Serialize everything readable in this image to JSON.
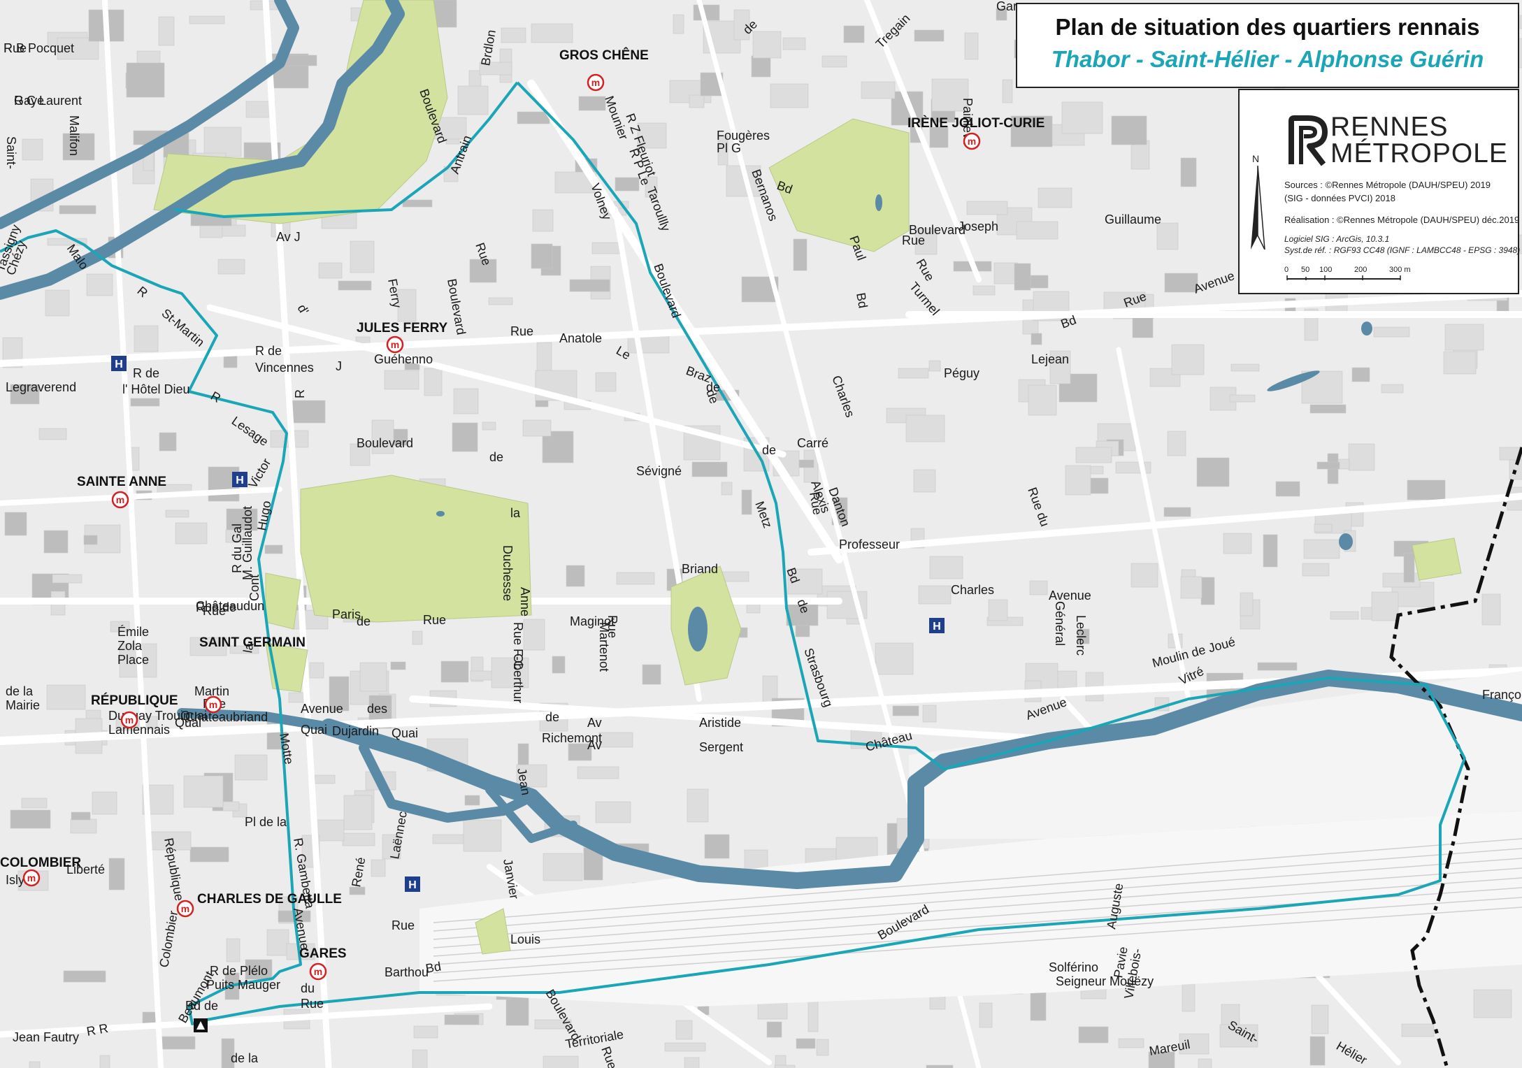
{
  "title": {
    "main": "Plan de situation des quartiers rennais",
    "sub": "Thabor - Saint-Hélier - Alphonse Guérin",
    "sub_color": "#1aa6b7"
  },
  "logo": {
    "line1": "RENNES",
    "line2": "MÉTROPOLE",
    "mark": "R"
  },
  "info": {
    "north": "N",
    "sources_1": "Sources : ©Rennes Métropole (DAUH/SPEU) 2019",
    "sources_2": "(SIG - données PVCI) 2018",
    "realisation": "Réalisation : ©Rennes Métropole (DAUH/SPEU) déc.2019",
    "logiciel": "Logiciel SIG : ArcGis, 10.3.1",
    "systeme": "Syst.de réf. : RGF93 CC48 (IGNF : LAMBCC48 - EPSG : 3948)",
    "scale_ticks": [
      "0",
      "50",
      "100",
      "200",
      "300 m"
    ]
  },
  "colors": {
    "boundary": "#1aa6b7",
    "water": "#5b8aa6",
    "park": "#d4e2a0",
    "block": "#e6e6e6",
    "building": "#bdbdbd",
    "metro": "#d42020",
    "hospital": "#1f3f8c",
    "commune_border": "#111111"
  },
  "metro_stations": [
    {
      "name": "GROS CHÊNE"
    },
    {
      "name": "IRÈNE JOLIOT-CURIE"
    },
    {
      "name": "JULES FERRY"
    },
    {
      "name": "SAINTE ANNE"
    },
    {
      "name": "SAINT GERMAIN"
    },
    {
      "name": "RÉPUBLIQUE"
    },
    {
      "name": "COLOMBIER"
    },
    {
      "name": "CHARLES DE GAULLE"
    },
    {
      "name": "GARES"
    }
  ],
  "hospital_symbol": "H",
  "metro_symbol": "m",
  "streets": [
    "R B Pocquet",
    "R C Laurent",
    "Malifon",
    "Saint-",
    "Tassigny",
    "Chézy",
    "Malo",
    "R",
    "St-Martin",
    "Legraverend",
    "R de",
    "l' Hôtel Dieu",
    "R",
    "Lesage",
    "R de",
    "Vincennes",
    "R",
    "J",
    "Av J",
    "Ferry",
    "d'",
    "Guéhenno",
    "Boulevard",
    "Boulevard",
    "Rue",
    "Anatole",
    "Le",
    "Braz",
    "de",
    "Sévigné",
    "de",
    "la",
    "Duchesse",
    "Anne",
    "Rue",
    "Boulevard",
    "Volney",
    "Boulevard",
    "de",
    "Metz",
    "Bd",
    "de",
    "Strasbourg",
    "Antrain",
    "Brdlon",
    "Mounier",
    "R Z Fleuriot",
    "R P Le",
    "Taroullly",
    "de",
    "Tregain",
    "Fougères",
    "Pl G",
    "Bernanos",
    "Bd",
    "Paul",
    "Painlevé",
    "Boulevard",
    "Rue",
    "Joseph",
    "Turmel",
    "Rue",
    "Bd",
    "Charles",
    "Péguy",
    "de",
    "Carré",
    "Alexis",
    "Danton",
    "Rue",
    "Guillaume",
    "Lejean",
    "Bd",
    "Rue",
    "Avenue",
    "Professeur",
    "Charles",
    "Avenue",
    "Général",
    "Leclerc",
    "Rue du",
    "Moulin de Joué",
    "Vitré",
    "Avenue",
    "Château",
    "François",
    "Avenue",
    "des",
    "Quai",
    "Dujardin",
    "Quai",
    "de",
    "Richemont",
    "Av",
    "Av",
    "Aristide",
    "Sergent",
    "Briand",
    "Maginot",
    "Paris",
    "de",
    "Rue",
    "Martenot",
    "Rue",
    "Rue F-C",
    "Oberthur",
    "Rue de",
    "Châteaudun",
    "Rue",
    "Victor",
    "Hugo",
    "R du Gal",
    "M. Guillaudot",
    "Cont",
    "la",
    "Motte",
    "R. Gambetta",
    "Avenue",
    "Jean",
    "Janvier",
    "Laënnec",
    "René",
    "Rue",
    "Louis",
    "Barthou",
    "Bd",
    "Boulevard",
    "Solférino",
    "Boulevard",
    "Rue",
    "Saint-",
    "Hélier",
    "Villebois-",
    "Mareuil",
    "Auguste",
    "Pavie",
    "Territoriale",
    "Seigneur Mouëzy",
    "Martin",
    "Rue",
    "Quai",
    "Chateaubriand",
    "Quai",
    "Émile",
    "Zola",
    "Place",
    "de la",
    "Mairie",
    "Duguay Trouin",
    "Lamennais",
    "Pl de la",
    "République",
    "Liberté",
    "Isly",
    "R de Plélo",
    "Puits Mauger",
    "Bd de",
    "Beaumont",
    "R R",
    "Jean Fautry",
    "Colombier",
    "du",
    "Rue",
    "de la",
    "Gare",
    "Rue",
    "Gaye"
  ]
}
